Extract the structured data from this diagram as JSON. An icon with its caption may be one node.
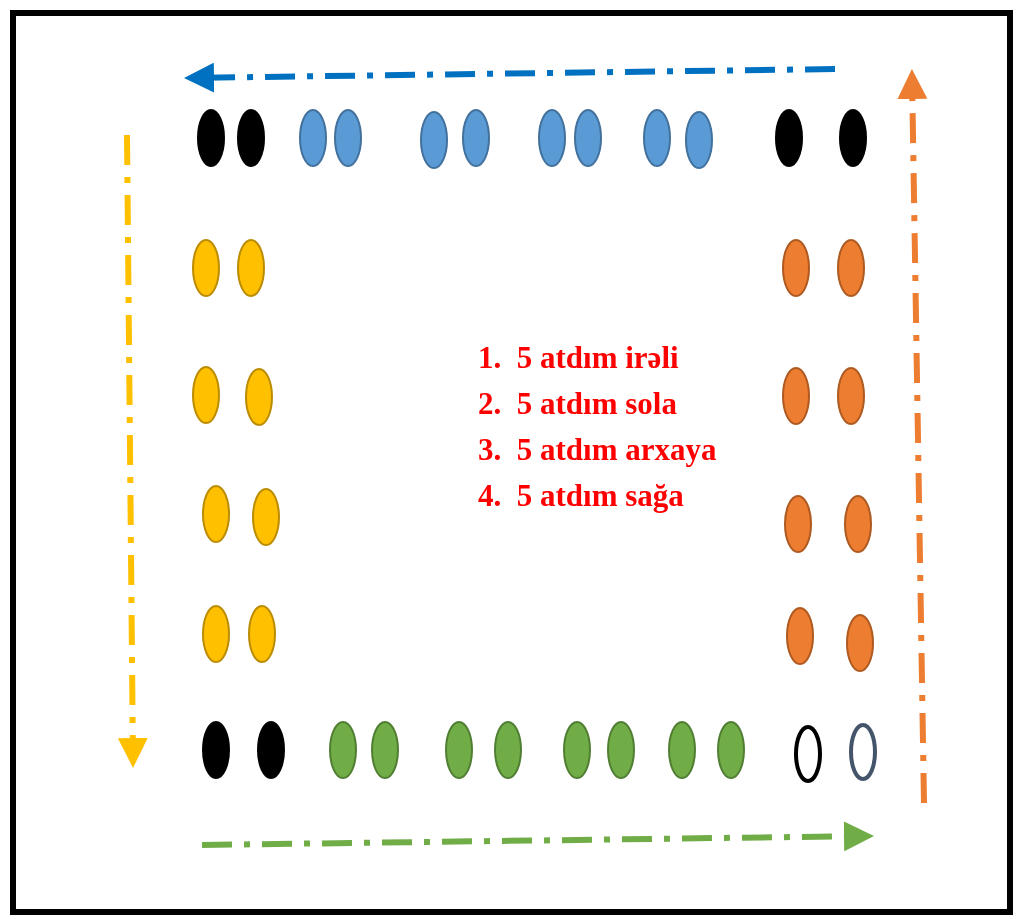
{
  "diagram": {
    "labels": [
      "1.  5 atdım irəli",
      "2.  5 atdım sola",
      "3.  5 atdım arxaya",
      "4.  5 atdım sağa"
    ]
  }
}
